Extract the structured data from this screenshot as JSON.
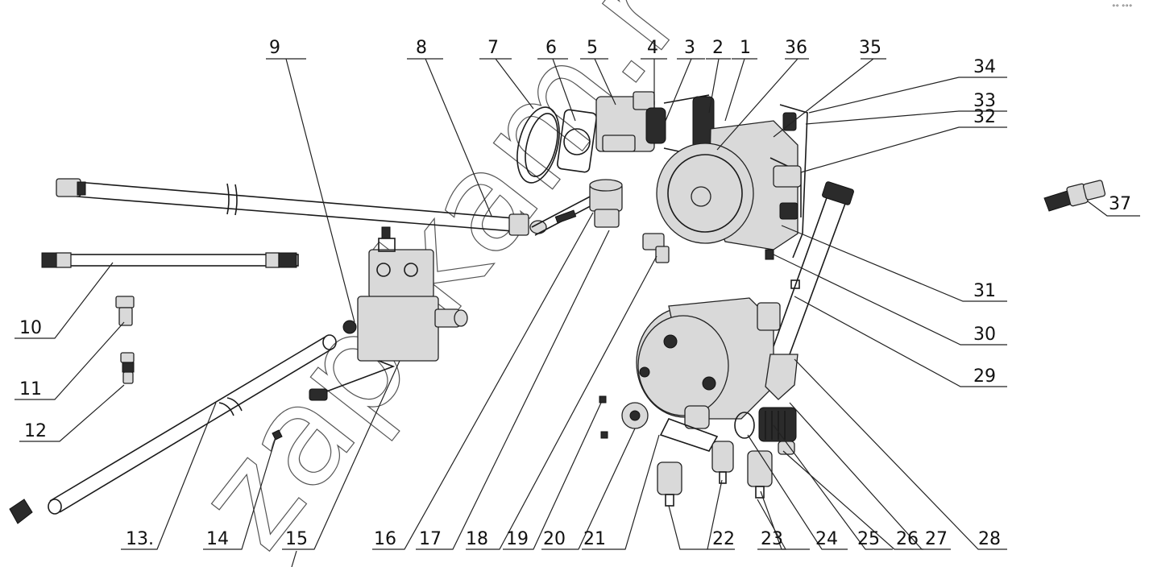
{
  "watermark": "zap-kam.ru",
  "corner_mark": "°° °°°",
  "callouts": [
    "1",
    "2",
    "3",
    "4",
    "5",
    "6",
    "7",
    "8",
    "9",
    "10",
    "11",
    "12",
    "13.",
    "14",
    "15",
    "16",
    "17",
    "18",
    "19",
    "20",
    "21",
    "22",
    "23",
    "24",
    "25",
    "26",
    "27",
    "28",
    "29",
    "30",
    "31",
    "32",
    "33",
    "34",
    "35",
    "36",
    "37"
  ]
}
